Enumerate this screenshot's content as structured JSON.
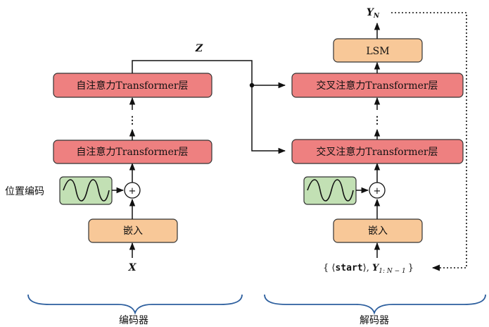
{
  "colors": {
    "layer_fill": "#ee8080",
    "layer_stroke": "#333333",
    "orange_fill": "#f8c898",
    "green_fill": "#c2e0b4",
    "brace": "#2d5f9e",
    "line": "#111111"
  },
  "encoder": {
    "input_label": "X",
    "embed_label": "嵌入",
    "pos_enc_label": "位置编码",
    "layer_bottom": "自注意力Transformer层",
    "layer_top": "自注意力Transformer层",
    "ellipsis": "⋮",
    "output_label": "Z",
    "plus_symbol": "+",
    "brace_label": "编码器",
    "wave_icon": "sine-wave-icon"
  },
  "decoder": {
    "input_prefix": "{ ⟨",
    "input_start": "start",
    "input_mid": "⟩, ",
    "input_y": "Y",
    "input_sub": "1: N − 1",
    "input_close": "}",
    "embed_label": "嵌入",
    "layer_bottom": "交叉注意力Transformer层",
    "layer_top": "交叉注意力Transformer层",
    "ellipsis": "⋮",
    "lsm_label": "LSM",
    "output_label": "Y",
    "output_sub": "N",
    "plus_symbol": "+",
    "brace_label": "解码器",
    "wave_icon": "sine-wave-icon"
  }
}
